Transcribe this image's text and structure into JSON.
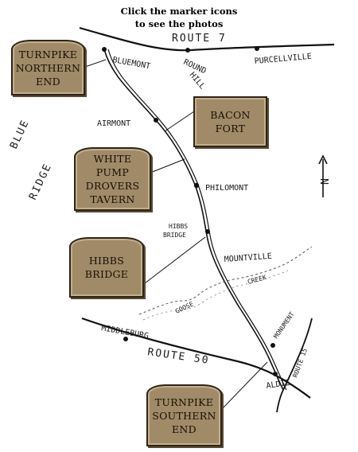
{
  "header": {
    "line1": "Click the marker icons",
    "line2": "to see the photos"
  },
  "markers": [
    {
      "lines": [
        "TURNPIKE",
        "NORTHERN",
        "END"
      ]
    },
    {
      "lines": [
        "BACON",
        "FORT"
      ]
    },
    {
      "lines": [
        "WHITE",
        "PUMP",
        "DROVERS",
        "TAVERN"
      ]
    },
    {
      "lines": [
        "HIBBS",
        "BRIDGE"
      ]
    },
    {
      "lines": [
        "TURNPIKE",
        "SOUTHERN",
        "END"
      ]
    }
  ],
  "map": {
    "route7": "ROUTE 7",
    "route50": "ROUTE 50",
    "route15": "ROUTE 15",
    "places": {
      "bluemont": "BLUEMONT",
      "round": "ROUND",
      "hill": "HILL",
      "purcellville": "PURCELLVILLE",
      "airmont": "AIRMONT",
      "philomont": "PHILOMONT",
      "hibbs": "HIBBS",
      "bridge": "BRIDGE",
      "mountville": "MOUNTVILLE",
      "goose": "GOOSE",
      "creek": "CREEK",
      "middleburg": "MIDDLEBURG",
      "monument": "MONUMENT",
      "aldie": "ALDIE"
    },
    "blue": "BLUE",
    "ridge": "RIDGE",
    "north": "N"
  }
}
